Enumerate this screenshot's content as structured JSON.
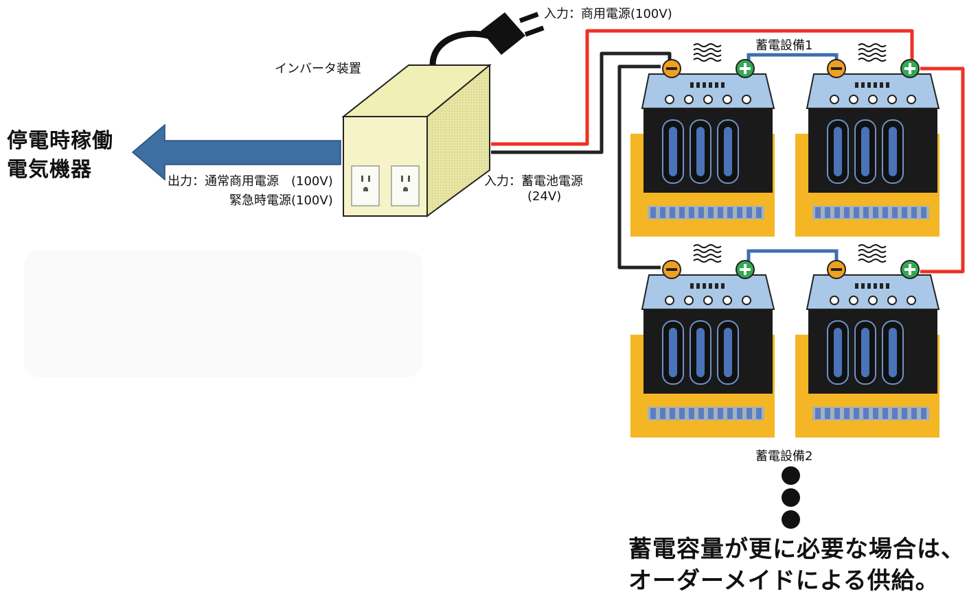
{
  "labels": {
    "ac_input": "入力：商用電源(100V)",
    "inverter": "インバータ装置",
    "output_line1": "出力：通常商用電源　(100V)",
    "output_line2": "緊急時電源(100V)",
    "battery_input_line1": "入力：蓄電池電源",
    "battery_input_line2": "(24V)",
    "powered_devices_line1": "停電時稼働",
    "powered_devices_line2": "電気機器",
    "storage_unit_1": "蓄電設備1",
    "storage_unit_2": "蓄電設備2",
    "footer_line1": "蓄電容量が更に必要な場合は、",
    "footer_line2": "オーダーメイドによる供給。"
  },
  "colors": {
    "arrow": "#3d6fa3",
    "positive_wire": "#ee3124",
    "negative_wire": "#222222",
    "series_link": "#3d6fb0",
    "battery_backdrop": "#f5b625",
    "inverter_front": "#f6f3c8",
    "inverter_side": "#e8e6a4",
    "inverter_top": "#f0efb5",
    "battery_lid": "#a9c8e8",
    "terminal_negative": "#f0a020",
    "terminal_positive": "#34a853"
  },
  "icons": {
    "plug": "ac-plug-icon",
    "heat": "heat-waves-icon",
    "continuation": "ellipsis-dots-icon"
  }
}
